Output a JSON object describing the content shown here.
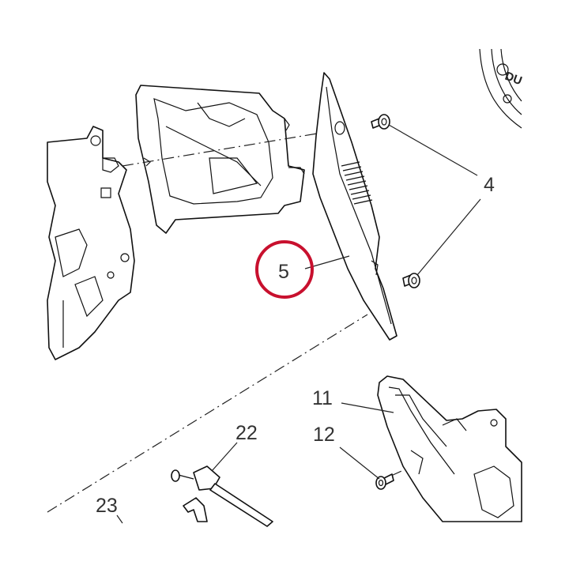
{
  "callouts": {
    "part_4": "4",
    "part_5": "5",
    "part_11": "11",
    "part_12": "12",
    "part_22": "22",
    "part_23": "23"
  },
  "logo_fragment": "DU",
  "colors": {
    "highlight_ring": "#c8102e",
    "line": "#111111",
    "label": "#333333",
    "background": "#ffffff"
  }
}
